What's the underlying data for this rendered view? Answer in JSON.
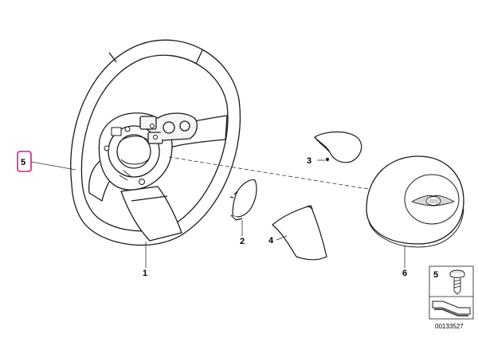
{
  "diagram": {
    "callouts": {
      "steering_wheel": "1",
      "cover_small": "2",
      "cover_upper": "3",
      "cover_lower": "4",
      "screw_left": "5",
      "airbag": "6",
      "legend_screw": "5"
    },
    "reference_number": "00133527",
    "colors": {
      "outline": "#1a1a1a",
      "highlight": "#e0157a",
      "shade": "#d8d8d8",
      "leader": "#333333"
    },
    "icons": {
      "logo": "mini-wing-logo",
      "screw": "screw-icon",
      "arrow": "arrow-icon"
    }
  }
}
